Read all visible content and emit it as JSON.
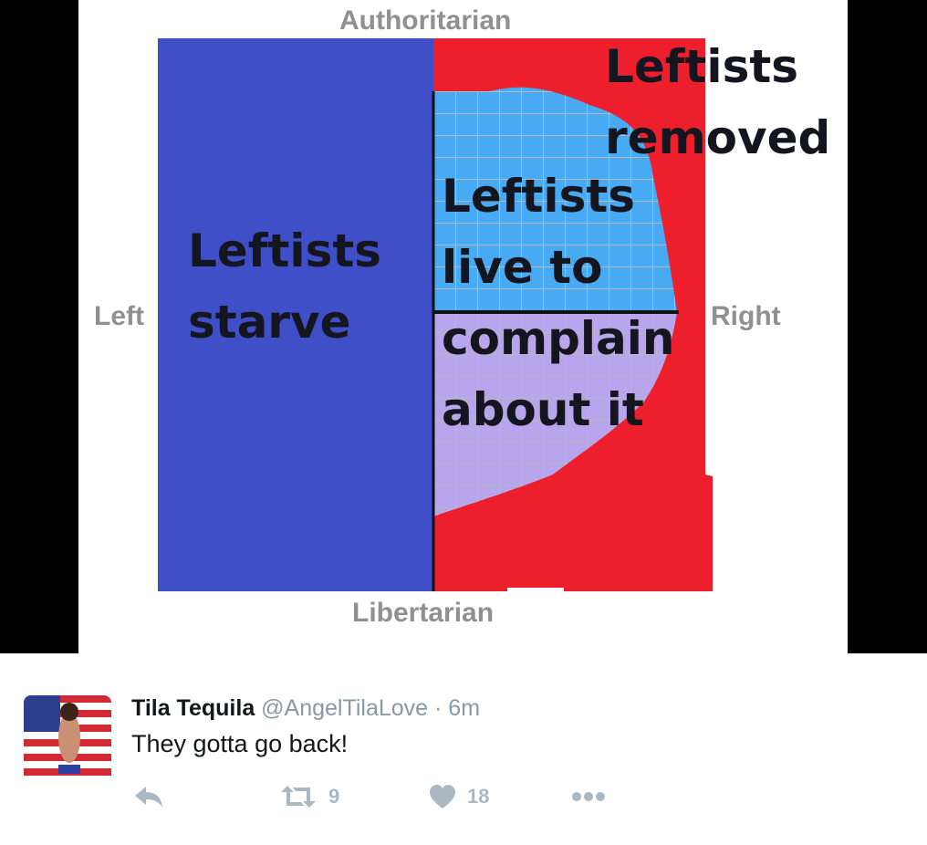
{
  "image": {
    "axes": {
      "top": "Authoritarian",
      "bottom": "Libertarian",
      "left": "Left",
      "right": "Right"
    },
    "labels": {
      "left_line1": "Leftists",
      "left_line2": "starve",
      "middle_line1": "Leftists",
      "middle_line2": "live to",
      "middle_line3": "complain",
      "middle_line4": "about it",
      "top_right_line1": "Leftists",
      "top_right_line2": "removed"
    },
    "colors": {
      "left_region": "#3e4fc8",
      "right_region": "#ee1f2d",
      "upper_middle": "#48aaf2",
      "lower_middle": "#b8a6ec",
      "grid": "#b9b9b9"
    }
  },
  "tweet": {
    "display_name": "Tila Tequila",
    "handle": "@AngelTilaLove",
    "separator": "·",
    "time": "6m",
    "text": "They gotta go back!",
    "retweet_count": "9",
    "like_count": "18"
  },
  "icons": {
    "reply": "reply-icon",
    "retweet": "retweet-icon",
    "like": "heart-icon",
    "more": "more-icon"
  }
}
